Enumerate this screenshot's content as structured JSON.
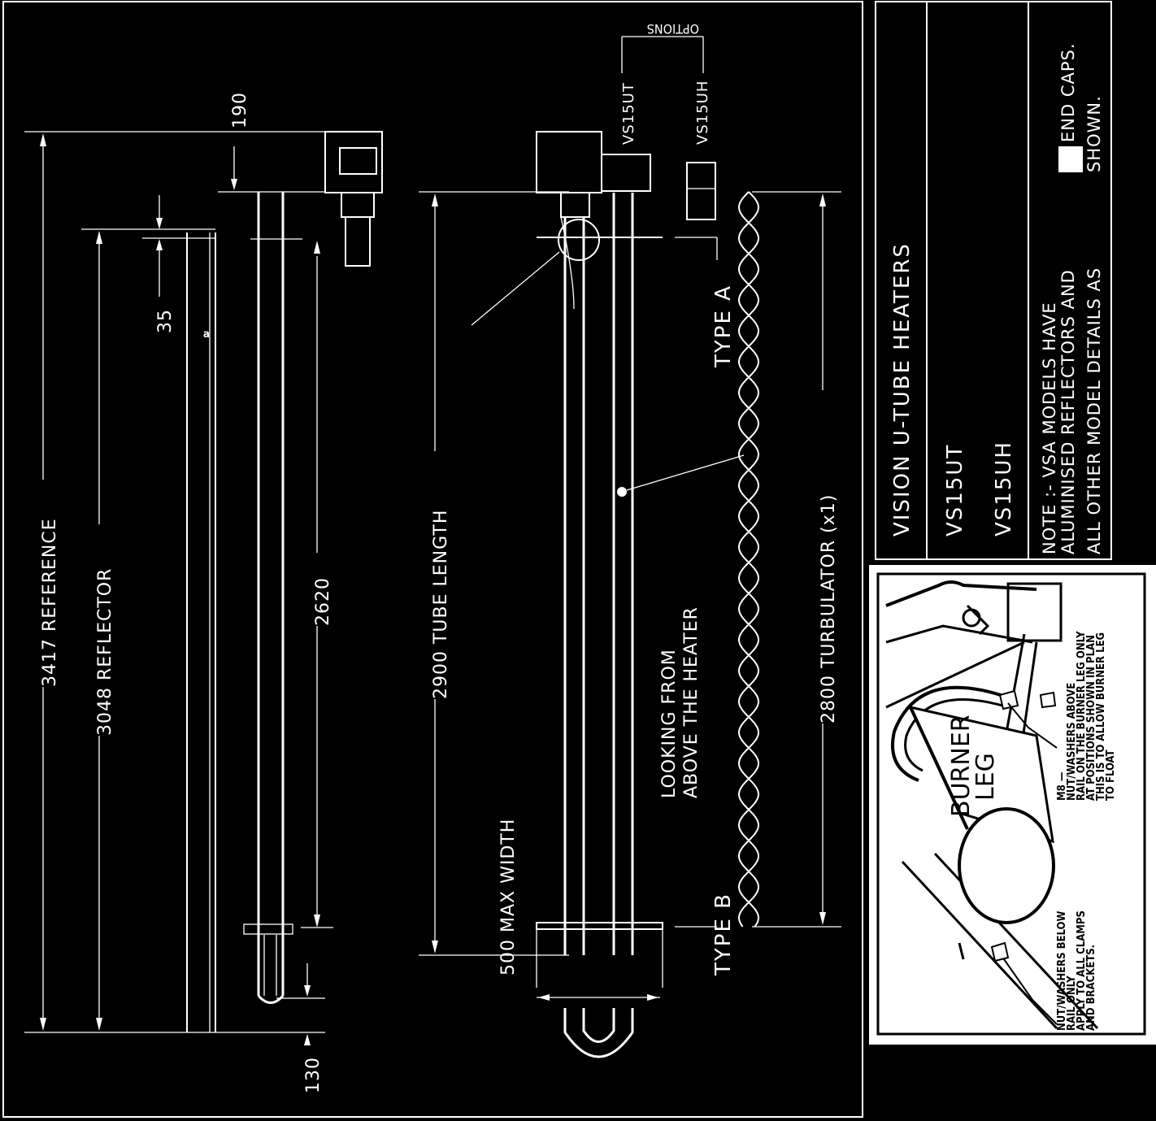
{
  "drawing": {
    "dimensions": {
      "reference": "3417 REFERENCE",
      "reflector": "3048 REFLECTOR",
      "d35": "35",
      "d190": "190",
      "d2620": "2620",
      "d130": "130",
      "tube_length": "2900 TUBE LENGTH",
      "max_width": "500 MAX WIDTH",
      "turbulator": "2800 TURBULATOR (x1)",
      "small_a": "a"
    },
    "view_label": {
      "line1": "LOOKING FROM",
      "line2": "ABOVE THE HEATER"
    },
    "type_a": "TYPE A",
    "type_b": "TYPE B",
    "options": {
      "heading": "OPTIONS",
      "ut": "VS15UT",
      "uh": "VS15UH"
    }
  },
  "title_block": {
    "title": "VISION U-TUBE HEATERS",
    "model_1": "VS15UT",
    "model_2": "VS15UH",
    "note_line1": "NOTE :-  VSA MODELS HAVE",
    "note_line2": "ALUMINISED REFLECTORS AND",
    "note_line2b": "END CAPS.",
    "note_line3": "ALL OTHER MODEL DETAILS AS",
    "note_line3b": "SHOWN."
  },
  "inset": {
    "burner_line1": "BURNER",
    "burner_line2": "LEG",
    "m8_line1": "M8 —",
    "m8_line2": "NUT/WASHERS ABOVE",
    "m8_line3": "RAIL ON THE BURNER LEG ONLY",
    "m8_line4": "AT POSITIONS SHOWN IN PLAN",
    "m8_line5": "THIS IS TO ALLOW BURNER LEG",
    "m8_line6": "TO FLOAT",
    "below_line1": "NUT/WASHERS BELOW",
    "below_line2": "RAIL ONLY",
    "below_line3": "APPLY TO ALL CLAMPS",
    "below_line4": "AND BRACKETS."
  }
}
